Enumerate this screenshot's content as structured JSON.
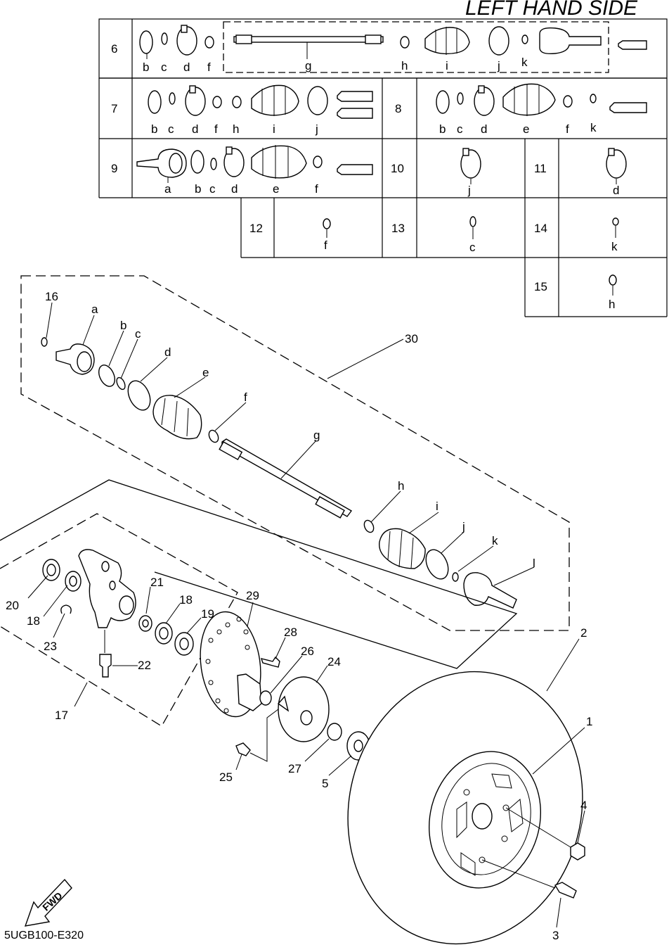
{
  "title": "LEFT HAND SIDE",
  "footer_code": "5UGB100-E320",
  "fwd_label": "FWD",
  "table": {
    "rows": [
      {
        "ref": "6",
        "parts": [
          "b",
          "c",
          "d",
          "f",
          "g",
          "h",
          "i",
          "j",
          "k"
        ]
      },
      {
        "ref": "7",
        "parts": [
          "b",
          "c",
          "d",
          "f",
          "h",
          "i",
          "j"
        ]
      },
      {
        "ref": "8",
        "parts": [
          "b",
          "c",
          "d",
          "e",
          "f",
          "k"
        ]
      },
      {
        "ref": "9",
        "parts": [
          "a",
          "b",
          "c",
          "d",
          "e",
          "f"
        ]
      },
      {
        "ref": "10",
        "parts": [
          "j"
        ]
      },
      {
        "ref": "11",
        "parts": [
          "d"
        ]
      },
      {
        "ref": "12",
        "parts": [
          "f"
        ]
      },
      {
        "ref": "13",
        "parts": [
          "c"
        ]
      },
      {
        "ref": "14",
        "parts": [
          "k"
        ]
      },
      {
        "ref": "15",
        "parts": [
          "h"
        ]
      }
    ]
  },
  "callouts": {
    "shaft_letters": [
      "a",
      "b",
      "c",
      "d",
      "e",
      "f",
      "g",
      "h",
      "i",
      "j",
      "k",
      "l"
    ],
    "numbers": [
      "1",
      "2",
      "3",
      "4",
      "5",
      "16",
      "17",
      "18",
      "18",
      "19",
      "20",
      "21",
      "22",
      "23",
      "24",
      "25",
      "26",
      "27",
      "28",
      "29",
      "30"
    ]
  }
}
